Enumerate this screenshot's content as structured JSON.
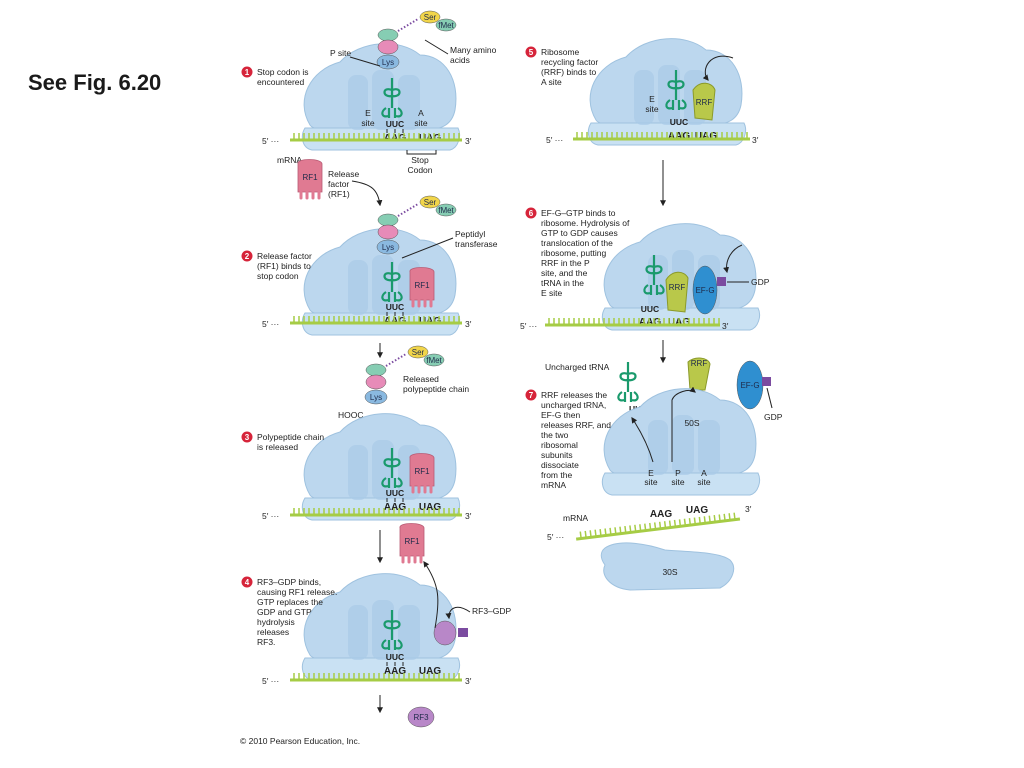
{
  "slide_heading": "See Fig. 6.20",
  "copyright": "© 2010 Pearson Education, Inc.",
  "colors": {
    "ribosome": "#bcd7ee",
    "mrna": "#a6cc45",
    "trna": "#1a9a6c",
    "rf1": "#e07a92",
    "rrf": "#b9c84a",
    "efg": "#2f8fd0",
    "gdp": "#7b4ba0",
    "rf3": "#b887c8",
    "step_badge": "#d6243a"
  },
  "steps": [
    {
      "num": "1",
      "lines": [
        "Stop codon is",
        "encountered"
      ]
    },
    {
      "num": "2",
      "lines": [
        "Release factor",
        "(RF1) binds to",
        "stop codon"
      ]
    },
    {
      "num": "3",
      "lines": [
        "Polypeptide chain",
        "is released"
      ]
    },
    {
      "num": "4",
      "lines": [
        "RF3–GDP binds,",
        "causing RF1 release.",
        "GTP replaces the",
        "GDP and GTP",
        "hydrolysis",
        "releases",
        "RF3."
      ]
    },
    {
      "num": "5",
      "lines": [
        "Ribosome",
        "recycling factor",
        "(RRF) binds to",
        "A site"
      ]
    },
    {
      "num": "6",
      "lines": [
        "EF-G–GTP binds to",
        "ribosome. Hydrolysis of",
        "GTP to GDP causes",
        "translocation of the",
        "ribosome, putting",
        "RRF in the P",
        "site, and the",
        "tRNA  in the",
        "E site"
      ]
    },
    {
      "num": "7",
      "lines": [
        "RRF releases the",
        "uncharged tRNA,",
        "EF-G then",
        "releases RRF, and",
        "the two",
        "ribosomal",
        "subunits",
        "dissociate",
        "from the",
        "mRNA"
      ]
    }
  ],
  "labels": {
    "ser": "Ser",
    "fmet": "fMet",
    "lys": "Lys",
    "p_site": "P site",
    "many_amino": [
      "Many amino",
      "acids"
    ],
    "e_site": [
      "E",
      "site"
    ],
    "a_site": [
      "A",
      "site"
    ],
    "p_site_2": [
      "P",
      "site"
    ],
    "five_prime": "5′ ···",
    "three_prime": "3′",
    "mrna": "mRNA",
    "stop_codon": [
      "Stop",
      "Codon"
    ],
    "rf1": "RF1",
    "release_factor": [
      "Release",
      "factor",
      "(RF1)"
    ],
    "peptidyl_transferase": [
      "Peptidyl",
      "transferase"
    ],
    "released_chain": [
      "Released",
      "polypeptide chain"
    ],
    "hooc": "HOOC",
    "rf3_gdp": "RF3–GDP",
    "rf3": "RF3",
    "rrf": "RRF",
    "efg": "EF-G",
    "gdp": "GDP",
    "uncharged_trna": "Uncharged tRNA",
    "fifty_s": "50S",
    "thirty_s": "30S",
    "anticodon": "UUC",
    "codon_p": "AAG",
    "codon_a": "UAG"
  }
}
